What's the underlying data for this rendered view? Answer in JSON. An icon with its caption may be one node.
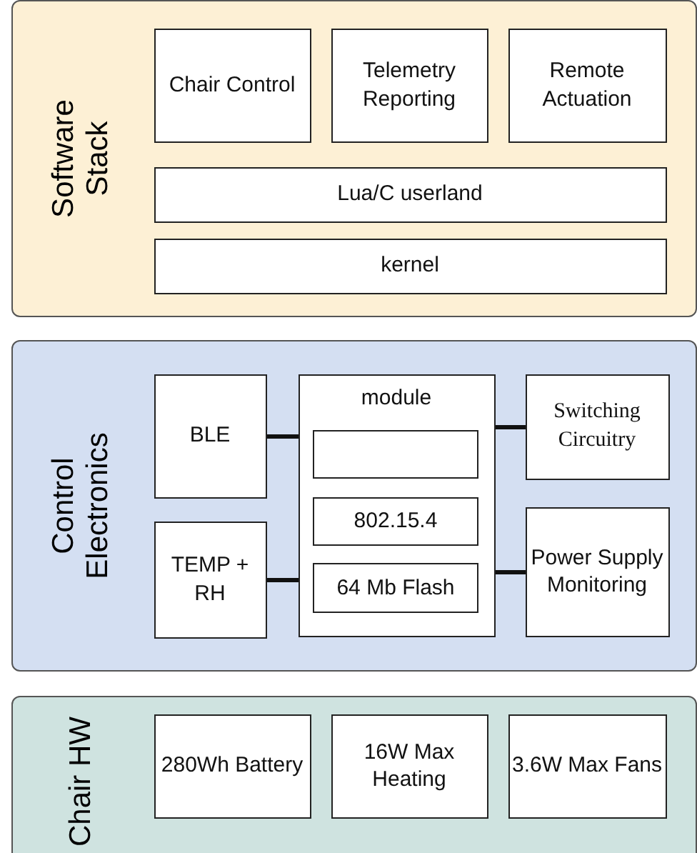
{
  "diagram": {
    "nodes": [
      {
        "text": [
          "Software Stack"
        ]
      },
      {
        "text": [
          "Chair Control"
        ],
        "in": 0
      },
      {
        "text": [
          "Telemetry Reporting"
        ],
        "in": 0
      },
      {
        "text": [
          "Remote Actuation"
        ],
        "in": 0
      },
      {
        "text": [
          "Lua/C userland"
        ],
        "in": 0
      },
      {
        "text": [
          "kernel"
        ],
        "in": 0
      },
      {
        "text": [
          "Control Electronics"
        ]
      },
      {
        "text": [
          "BLE"
        ],
        "in": 6
      },
      {
        "text": [
          "module"
        ],
        "in": 6
      },
      {
        "text": [],
        "shape": "box",
        "in": 8
      },
      {
        "text": [
          "802.15.4"
        ],
        "in": 8
      },
      {
        "text": [
          "64 Mb Flash"
        ],
        "in": 8
      },
      {
        "text": [
          "Switching Circuitry"
        ],
        "in": 6
      },
      {
        "text": [
          "TEMP + RH"
        ],
        "in": 6
      },
      {
        "text": [
          "Power Supply Monitoring"
        ],
        "in": 6
      },
      {
        "text": [
          "Chair HW"
        ]
      },
      {
        "text": [
          "280Wh Battery"
        ],
        "in": 15
      },
      {
        "text": [
          "16W Max Heating"
        ],
        "in": 15
      },
      {
        "text": [
          "3.6W Max Fans"
        ],
        "in": 15
      }
    ],
    "edges": [
      {
        "from": 7,
        "to": 8,
        "arrow": "none"
      },
      {
        "from": 13,
        "to": 8,
        "arrow": "none"
      },
      {
        "from": 8,
        "to": 12,
        "arrow": "none"
      },
      {
        "from": 8,
        "to": 14,
        "arrow": "none"
      }
    ]
  }
}
